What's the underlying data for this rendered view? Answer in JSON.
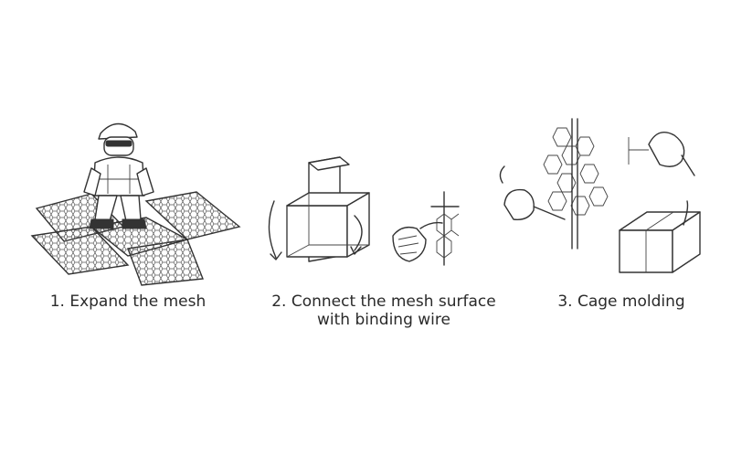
{
  "steps": [
    {
      "caption_lines": [
        "1. Expand the mesh"
      ]
    },
    {
      "caption_lines": [
        "2. Connect the mesh surface",
        "with binding wire"
      ]
    },
    {
      "caption_lines": [
        "3. Cage molding"
      ]
    }
  ],
  "colors": {
    "ink": "#333333",
    "background": "#ffffff"
  }
}
